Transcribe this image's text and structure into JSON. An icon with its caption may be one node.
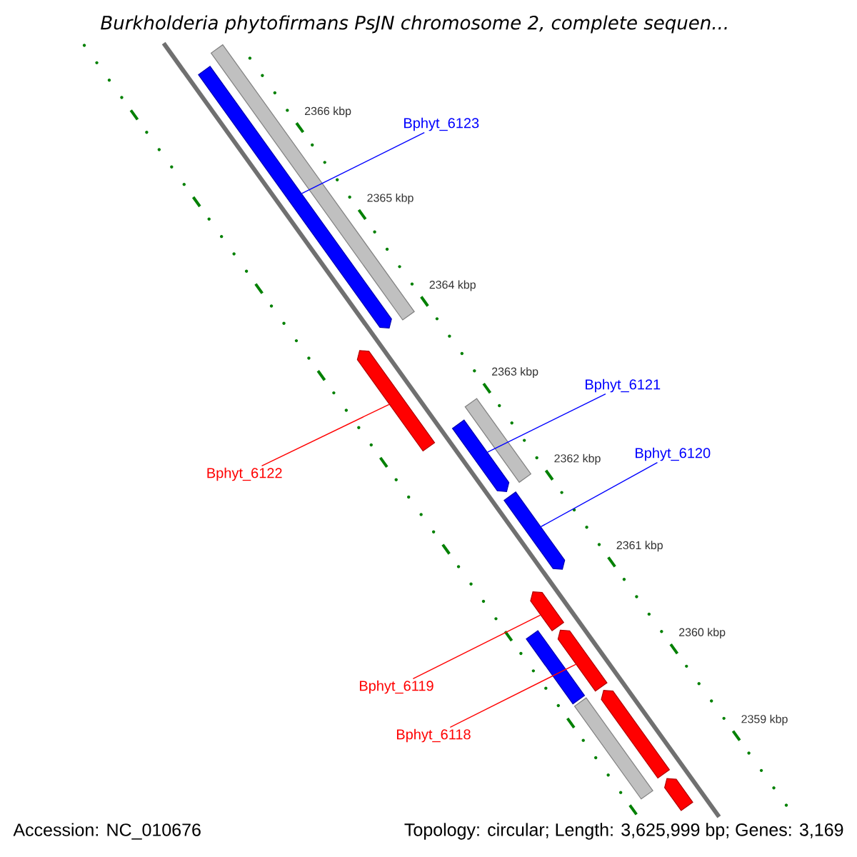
{
  "diagram": {
    "title": "Burkholderia phytofirmans PsJN chromosome 2, complete sequen...",
    "nodes": [
      {
        "text": [],
        "shape": "bar"
      },
      {
        "text": [],
        "shape": "bar"
      },
      {
        "text": [],
        "shape": "bar"
      },
      {
        "text": [],
        "shape": "bar"
      },
      {
        "text": [],
        "shape": "bar"
      },
      {
        "text": [],
        "shape": "bar"
      },
      {
        "text": [],
        "shape": "bar"
      },
      {
        "text": [],
        "shape": "bar"
      },
      {
        "text": [],
        "shape": "bar"
      },
      {
        "text": [],
        "shape": "bar"
      },
      {
        "text": [],
        "shape": "bar"
      },
      {
        "text": [],
        "shape": "bar"
      },
      {
        "text": [
          "Bphyt_6123"
        ]
      },
      {
        "text": [
          "Bphyt_6121"
        ]
      },
      {
        "text": [
          "Bphyt_6120"
        ]
      },
      {
        "text": [
          "Bphyt_6122"
        ]
      },
      {
        "text": [
          "Bphyt_6119"
        ]
      },
      {
        "text": [
          "Bphyt_6118"
        ]
      }
    ],
    "edges": [
      {
        "from": 12,
        "to": 0,
        "arrow": "none",
        "color": "#0000ff"
      },
      {
        "from": 13,
        "to": 3,
        "arrow": "none",
        "color": "#0000ff"
      },
      {
        "from": 14,
        "to": 5,
        "arrow": "none",
        "color": "#0000ff"
      },
      {
        "from": 15,
        "to": 2,
        "arrow": "none",
        "color": "#ff0000"
      },
      {
        "from": 16,
        "to": 6,
        "arrow": "none",
        "color": "#ff0000"
      },
      {
        "from": 17,
        "to": 7,
        "arrow": "none",
        "color": "#ff0000"
      }
    ],
    "labels": [
      "2366 kbp",
      "2365 kbp",
      "2364 kbp",
      "2363 kbp",
      "2362 kbp",
      "2361 kbp",
      "2360 kbp",
      "2359 kbp",
      "Accession: NC_010676",
      "Topology: circular; Length: 3,625,999 bp; Genes: 3,169"
    ]
  }
}
